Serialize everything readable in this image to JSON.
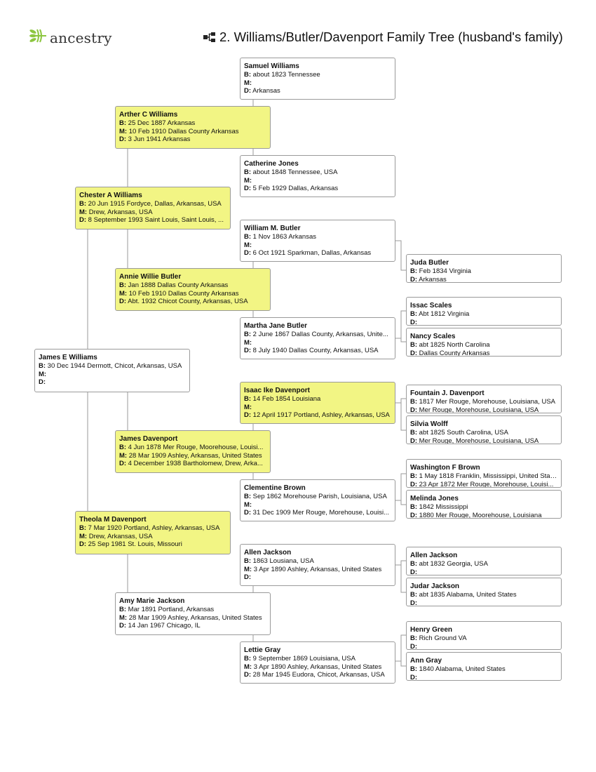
{
  "header": {
    "logo_text": "ancestry",
    "title": "2. Williams/Butler/Davenport Family Tree (husband's family)",
    "icons": {
      "logo": "ancestry-leaf-icon",
      "title": "family-tree-icon"
    },
    "colors": {
      "logo_green": "#8cc63f",
      "highlight": "#f2f584"
    }
  },
  "labels": {
    "b": "B:",
    "m": "M:",
    "d": "D:"
  },
  "people": {
    "james_e": {
      "name": "James E Williams",
      "b": "30 Dec 1944 Dermott, Chicot, Arkansas, USA",
      "m": "",
      "d": ""
    },
    "chester": {
      "name": "Chester A Williams",
      "b": "20 Jun 1915 Fordyce, Dallas, Arkansas, USA",
      "m": "Drew, Arkansas, USA",
      "d": "8 September 1993 Saint Louis, Saint Louis, ..."
    },
    "theola": {
      "name": "Theola M Davenport",
      "b": "7 Mar 1920 Portland, Ashley, Arkansas, USA",
      "m": "Drew, Arkansas, USA",
      "d": "25 Sep 1981 St. Louis, Missouri"
    },
    "arther": {
      "name": "Arther C Williams",
      "b": "25 Dec 1887 Arkansas",
      "m": "10 Feb 1910 Dallas County Arkansas",
      "d": "3 Jun 1941 Arkansas"
    },
    "annie": {
      "name": "Annie Willie Butler",
      "b": "Jan 1888 Dallas County Arkansas",
      "m": "10 Feb 1910 Dallas County Arkansas",
      "d": "Abt. 1932 Chicot County, Arkansas, USA"
    },
    "james_d": {
      "name": "James Davenport",
      "b": "4 Jun 1878 Mer Rouge, Moorehouse, Louisi...",
      "m": "28 Mar 1909 Ashley, Arkansas, United States",
      "d": "4 December 1938 Bartholomew, Drew, Arka..."
    },
    "amy": {
      "name": "Amy Marie Jackson",
      "b": "Mar 1891 Portland, Arkansas",
      "m": "28 Mar 1909 Ashley, Arkansas, United States",
      "d": "14 Jan 1967 Chicago, IL"
    },
    "samuel": {
      "name": "Samuel Williams",
      "b": "about 1823 Tennessee",
      "m": "",
      "d": "Arkansas"
    },
    "catherine": {
      "name": "Catherine Jones",
      "b": "about 1848 Tennessee, USA",
      "m": "",
      "d": "5 Feb 1929 Dallas, Arkansas"
    },
    "william_b": {
      "name": "William M. Butler",
      "b": "1 Nov 1863 Arkansas",
      "m": "",
      "d": "6 Oct 1921 Sparkman, Dallas, Arkansas"
    },
    "martha": {
      "name": "Martha Jane Butler",
      "b": "2 June 1867 Dallas County, Arkansas, Unite...",
      "m": "",
      "d": "8 July 1940 Dallas County, Arkansas, USA"
    },
    "isaac": {
      "name": "Isaac Ike Davenport",
      "b": "14 Feb 1854 Louisiana",
      "m": "",
      "d": "12 April 1917 Portland, Ashley, Arkansas, USA"
    },
    "clementine": {
      "name": "Clementine Brown",
      "b": "Sep 1862 Morehouse Parish, Louisiana, USA",
      "m": "",
      "d": "31 Dec 1909 Mer Rouge, Morehouse, Louisi..."
    },
    "allen_j": {
      "name": "Allen Jackson",
      "b": "1863 Lousiana, USA",
      "m": "3 Apr 1890 Ashley, Arkansas, United States",
      "d": ""
    },
    "lettie": {
      "name": "Lettie Gray",
      "b": "9 September 1869 Louisiana, USA",
      "m": "3 Apr 1890 Ashley, Arkansas, United States",
      "d": "28 Mar 1945 Eudora, Chicot, Arkansas, USA"
    },
    "juda": {
      "name": "Juda Butler",
      "b": "Feb 1834 Virginia",
      "d": "Arkansas"
    },
    "issac_s": {
      "name": "Issac Scales",
      "b": "Abt 1812 Virginia",
      "d": ""
    },
    "nancy": {
      "name": "Nancy Scales",
      "b": "abt 1825 North Carolina",
      "d": "Dallas County Arkansas"
    },
    "fountain": {
      "name": "Fountain J. Davenport",
      "b": "1817 Mer Rouge, Morehouse, Louisiana, USA",
      "d": "Mer Rouge, Morehouse, Louisiana, USA"
    },
    "silvia": {
      "name": "Silvia Wolff",
      "b": "abt 1825 South Carolina, USA",
      "d": "Mer Rouge, Morehouse, Louisiana, USA"
    },
    "washington": {
      "name": "Washington F Brown",
      "b": "1 May 1818 Franklin, Mississippi, United Stat...",
      "d": "23 Apr 1872 Mer Rouge, Morehouse, Louisi..."
    },
    "melinda": {
      "name": "Melinda Jones",
      "b": "1842 Mississippi",
      "d": "1880 Mer Rouge, Moorehouse, Louisiana"
    },
    "allen_j2": {
      "name": "Allen Jackson",
      "b": "abt 1832 Georgia, USA",
      "d": ""
    },
    "judar": {
      "name": "Judar Jackson",
      "b": "abt 1835 Alabama, United States",
      "d": ""
    },
    "henry": {
      "name": "Henry Green",
      "b": "Rich Ground VA",
      "d": ""
    },
    "ann": {
      "name": "Ann Gray",
      "b": "1840 Alabama, United States",
      "d": ""
    }
  }
}
